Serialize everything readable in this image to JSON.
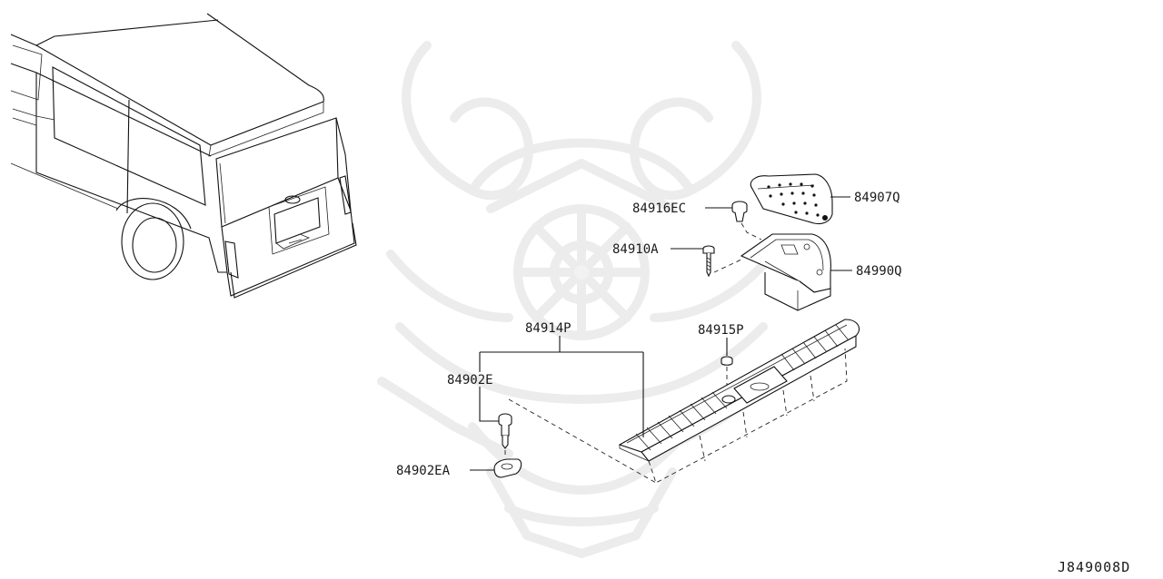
{
  "diagram_code": "J849008D",
  "labels": {
    "p84916EC": "84916EC",
    "p84907Q": "84907Q",
    "p84910A": "84910A",
    "p84990Q": "84990Q",
    "p84914P": "84914P",
    "p84915P": "84915P",
    "p84902E": "84902E",
    "p84902EA": "84902EA"
  }
}
